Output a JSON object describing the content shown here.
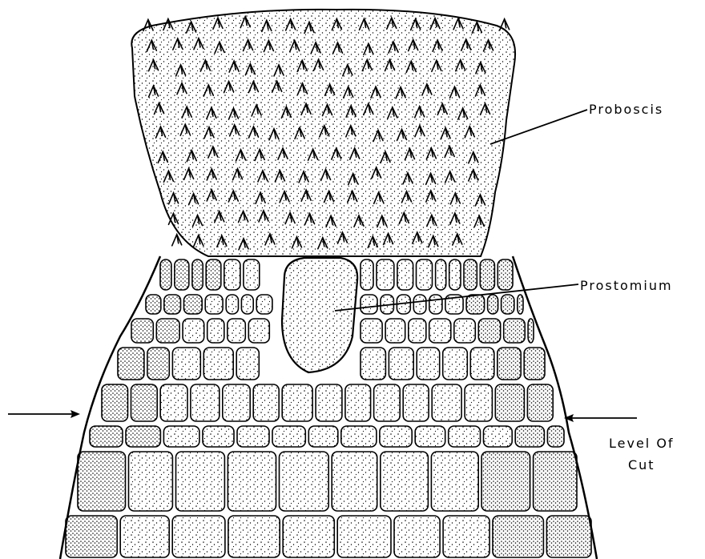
{
  "labels": {
    "proboscis": "Proboscis",
    "prostomium": "Prostomium",
    "level_of_cut_line1": "Level Of",
    "level_of_cut_line2": "Cut"
  },
  "colors": {
    "ink": "#000000",
    "paper": "#ffffff"
  }
}
